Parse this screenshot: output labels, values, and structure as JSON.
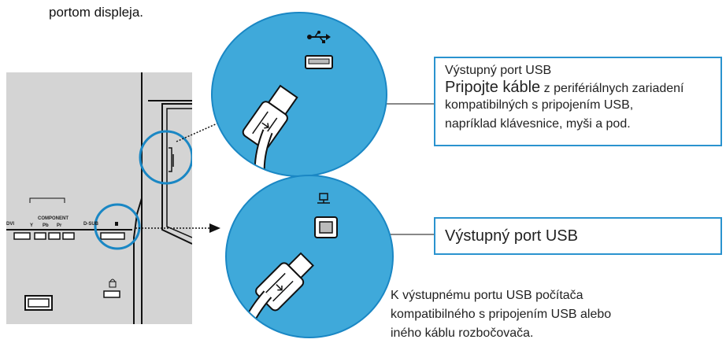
{
  "top_text": "portom displeja.",
  "panel": {
    "labels": {
      "dvi": "DVI",
      "component": "COMPONENT",
      "y": "Y",
      "pb": "Pb",
      "pr": "Pr",
      "dsub": "D-SUB"
    }
  },
  "callout_upstream": {
    "title": "Výstupný port USB",
    "lead": "Pripojte káble",
    "lead_rest": " z perifériálnych zariadení",
    "body_line1": "kompatibilných s pripojením USB,",
    "body_line2": "napríklad klávesnice, myši a  pod."
  },
  "callout_downstream": {
    "title": "Výstupný port USB"
  },
  "description": {
    "line1": "K výstupnému portu USB počítača",
    "line2": "kompatibilného s  pripojením USB alebo",
    "line3": "iného káblu rozbočovača."
  },
  "colors": {
    "accent": "#3fa9da",
    "callout_border": "#2a93cf",
    "panel_bg": "#d4d4d4"
  }
}
